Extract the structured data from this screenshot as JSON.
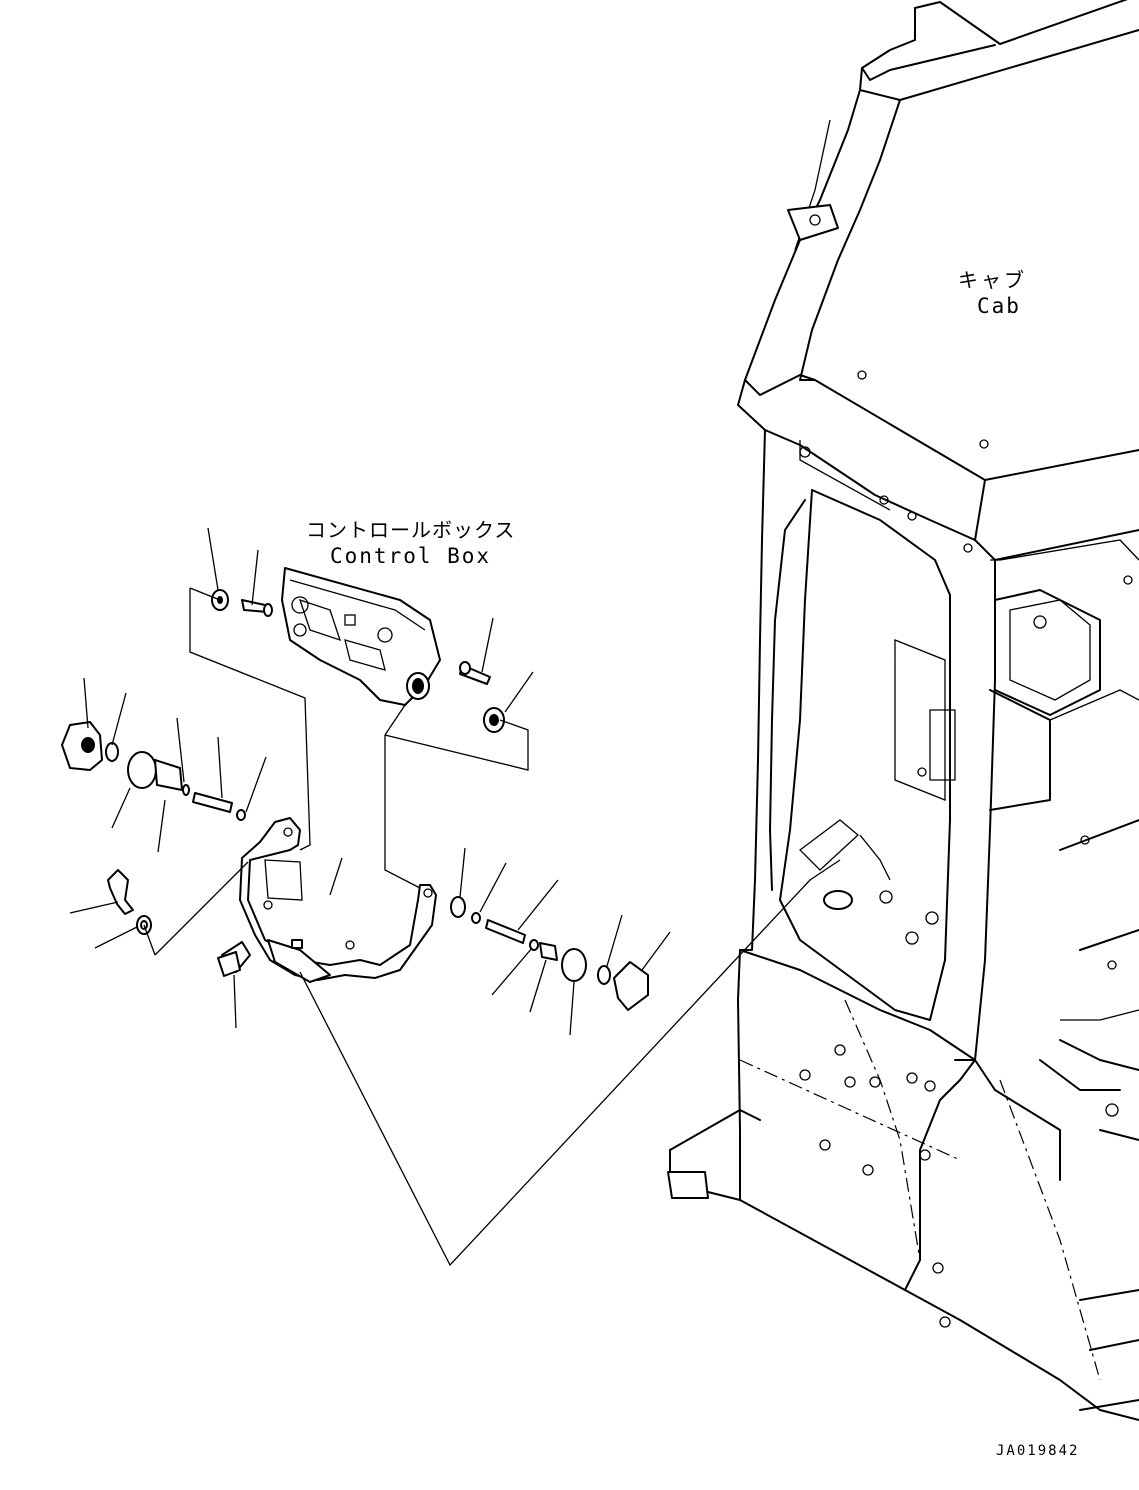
{
  "labels": {
    "cab_jp": "キャブ",
    "cab_en": "Cab",
    "control_box_jp": "コントロールボックス",
    "control_box_en": "Control Box",
    "drawing_code": "JA019842"
  }
}
